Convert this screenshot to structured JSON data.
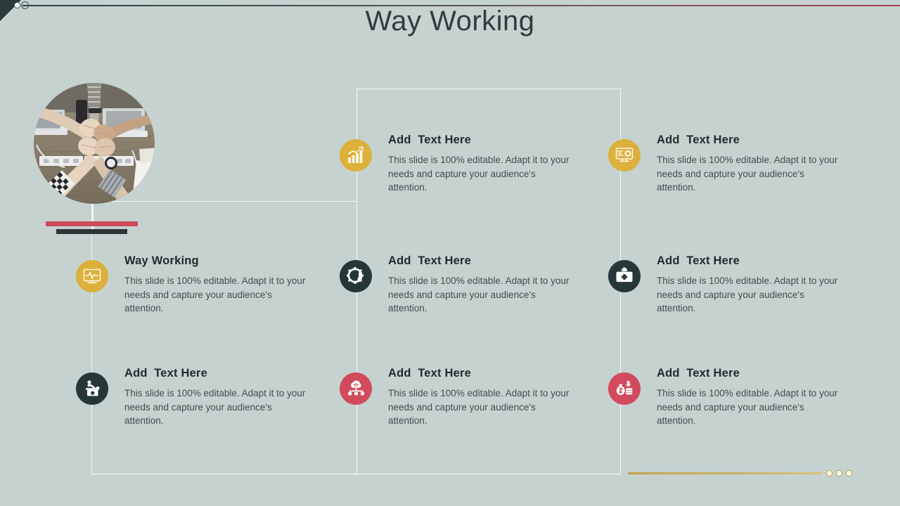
{
  "slide": {
    "title": "Way Working",
    "background_color": "#c5d2d0",
    "accent_red": "#cf4a5a",
    "accent_dark": "#2b3536",
    "accent_gold": "#ddb03c"
  },
  "hero": {
    "photo_alt": "team-hands-together-over-desk-photo",
    "bar_red_color": "#cf4a5a",
    "bar_dark_color": "#2b3536"
  },
  "body_text": "This slide is 100% editable. Adapt it to your needs and capture your audience's attention.",
  "items": [
    {
      "id": "item-r1c2",
      "title": "Add  Text Here",
      "body": "This slide is 100% editable. Adapt it to your needs and capture your audience's attention.",
      "icon": "bar-chart-growth-icon",
      "icon_color": "#ddb03c",
      "row": 1,
      "column": 2
    },
    {
      "id": "item-r1c3",
      "title": "Add  Text Here",
      "body": "This slide is 100% editable. Adapt it to your needs and capture your audience's attention.",
      "icon": "monitor-settings-icon",
      "icon_color": "#ddb03c",
      "row": 1,
      "column": 3
    },
    {
      "id": "item-r2c1",
      "title": "Way Working",
      "body": "This slide is 100% editable. Adapt it to your needs and capture your audience's attention.",
      "icon": "monitor-heartbeat-icon",
      "icon_color": "#ddb03c",
      "row": 2,
      "column": 1
    },
    {
      "id": "item-r2c2",
      "title": "Add  Text Here",
      "body": "This slide is 100% editable. Adapt it to your needs and capture your audience's attention.",
      "icon": "gear-pie-chart-icon",
      "icon_color": "#26373a",
      "row": 2,
      "column": 2
    },
    {
      "id": "item-r2c3",
      "title": "Add  Text Here",
      "body": "This slide is 100% editable. Adapt it to your needs and capture your audience's attention.",
      "icon": "first-aid-kit-icon",
      "icon_color": "#26373a",
      "row": 2,
      "column": 3
    },
    {
      "id": "item-r3c1",
      "title": "Add  Text Here",
      "body": "This slide is 100% editable. Adapt it to your needs and capture your audience's attention.",
      "icon": "surgery-table-icon",
      "icon_color": "#26373a",
      "row": 3,
      "column": 1
    },
    {
      "id": "item-r3c2",
      "title": "Add  Text Here",
      "body": "This slide is 100% editable. Adapt it to your needs and capture your audience's attention.",
      "icon": "cloud-network-icon",
      "icon_color": "#d24a5c",
      "row": 3,
      "column": 2
    },
    {
      "id": "item-r3c3",
      "title": "Add  Text Here",
      "body": "This slide is 100% editable. Adapt it to your needs and capture your audience's attention.",
      "icon": "money-bag-coins-icon",
      "icon_color": "#d24a5c",
      "row": 3,
      "column": 3
    }
  ],
  "decorations": {
    "corner_triangle_color": "#2a3b3a",
    "top_rule_colors": [
      "#2f4442",
      "#a0404f"
    ],
    "bottom_rule_color": "#c3a34f",
    "bottom_dot_count": 3
  }
}
